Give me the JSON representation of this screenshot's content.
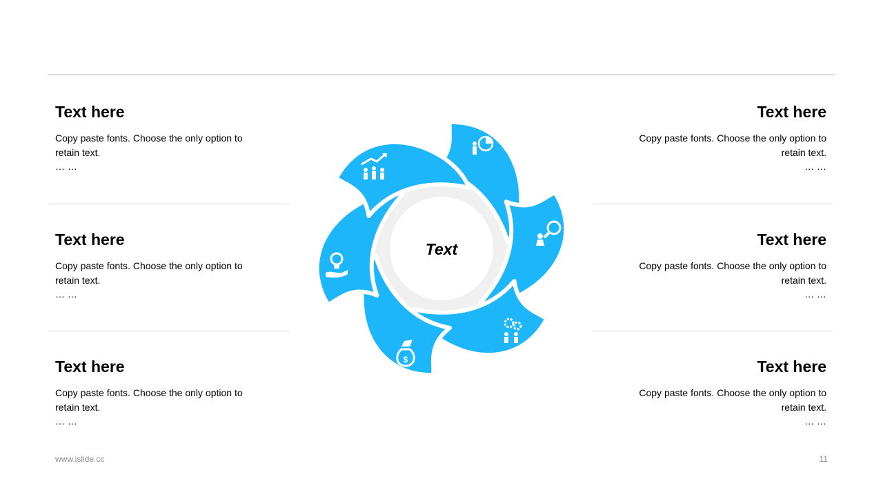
{
  "blocks": [
    {
      "title": "Text here",
      "body": "Copy paste fonts. Choose the only option to retain text.",
      "dots": "… …"
    },
    {
      "title": "Text here",
      "body": "Copy paste fonts. Choose the only option to retain text.",
      "dots": "… …"
    },
    {
      "title": "Text here",
      "body": "Copy paste fonts. Choose the only option to retain text.",
      "dots": "… …"
    },
    {
      "title": "Text here",
      "body": "Copy paste fonts. Choose the only option to retain text.",
      "dots": "… …"
    },
    {
      "title": "Text here",
      "body": "Copy paste fonts. Choose the only option to retain text.",
      "dots": "… …"
    },
    {
      "title": "Text here",
      "body": "Copy paste fonts. Choose the only option to retain text.",
      "dots": "… …"
    }
  ],
  "diagram": {
    "center_label": "Text",
    "petal_color": "#1eb6fb",
    "ring_color": "#f0f0f0",
    "petal_icons": [
      "pie-chart-presenter-icon",
      "person-magnifier-icon",
      "team-gears-icon",
      "money-bag-hand-icon",
      "lightbulb-hand-icon",
      "team-growth-arrow-icon"
    ]
  },
  "footer": {
    "url": "www.islide.cc",
    "page_number": "11"
  }
}
